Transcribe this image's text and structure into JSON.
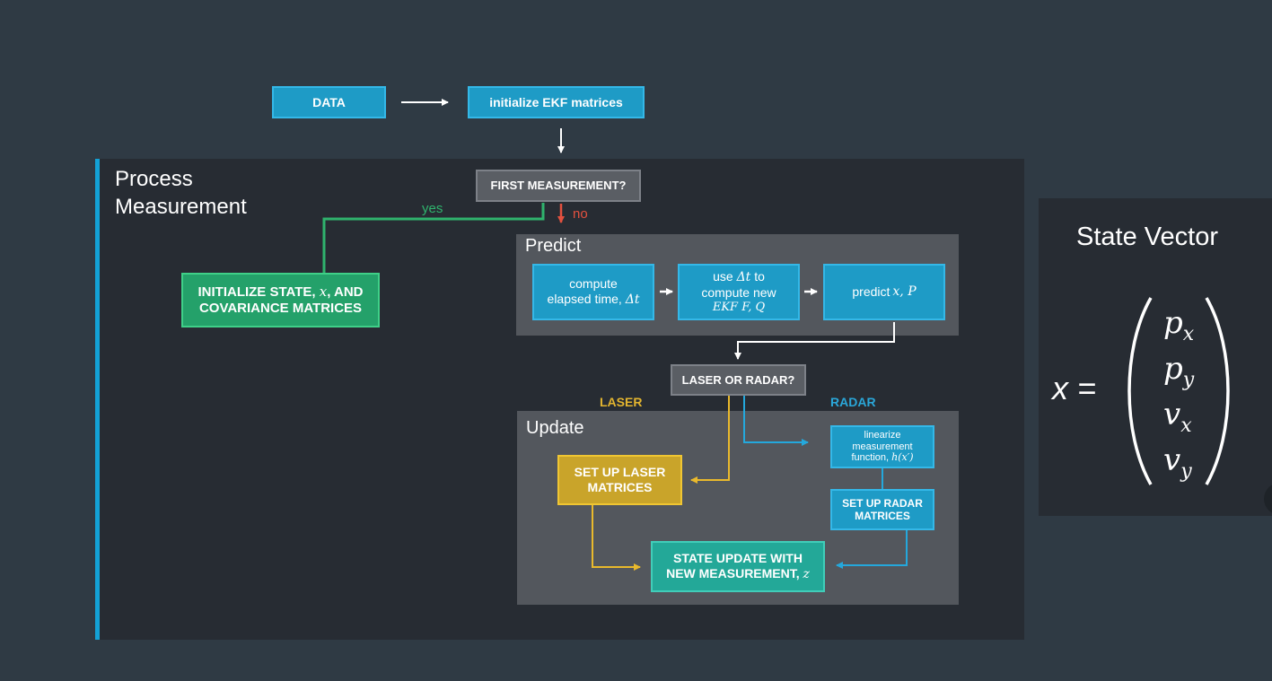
{
  "top": {
    "data_label": "DATA",
    "init_label": "initialize EKF matrices"
  },
  "process": {
    "title": "Process\nMeasurement",
    "first_measurement": "FIRST MEASUREMENT?",
    "yes": "yes",
    "no": "no",
    "initialize": {
      "line1_a": "INITIALIZE STATE, ",
      "line1_var": "x",
      "line1_b": ", AND",
      "line2": "COVARIANCE MATRICES"
    }
  },
  "predict": {
    "title": "Predict",
    "elapsed": {
      "line1": "compute",
      "line2": "elapsed time, ",
      "var": "Δt"
    },
    "compute_new": {
      "a": "use ",
      "var": "Δt",
      "b": " to",
      "line2": "compute new",
      "line3": "EKF F, Q"
    },
    "predict": {
      "a": "predict ",
      "var": "x, P"
    }
  },
  "router": {
    "question": "LASER OR RADAR?",
    "laser": "LASER",
    "radar": "RADAR"
  },
  "update": {
    "title": "Update",
    "laser_matrices": "SET UP LASER\nMATRICES",
    "linearize": {
      "line1": "linearize",
      "line2": "measurement",
      "line3": "function, ",
      "var": "h(x′)"
    },
    "radar_matrices": "SET UP RADAR\nMATRICES",
    "state_update": {
      "line1": "STATE UPDATE WITH",
      "line2": "NEW MEASUREMENT, ",
      "var": "z"
    }
  },
  "state_vector": {
    "title": "State Vector",
    "lhs": "x =",
    "components": [
      "px",
      "py",
      "vx",
      "vy"
    ]
  },
  "colors": {
    "accent_blue": "#1e9bc6",
    "green": "#24a16a",
    "gold": "#c9a42a",
    "teal": "#23a898",
    "no_red": "#e4513f",
    "laser_text": "#e3b52f",
    "radar_text": "#2aa7d9"
  }
}
